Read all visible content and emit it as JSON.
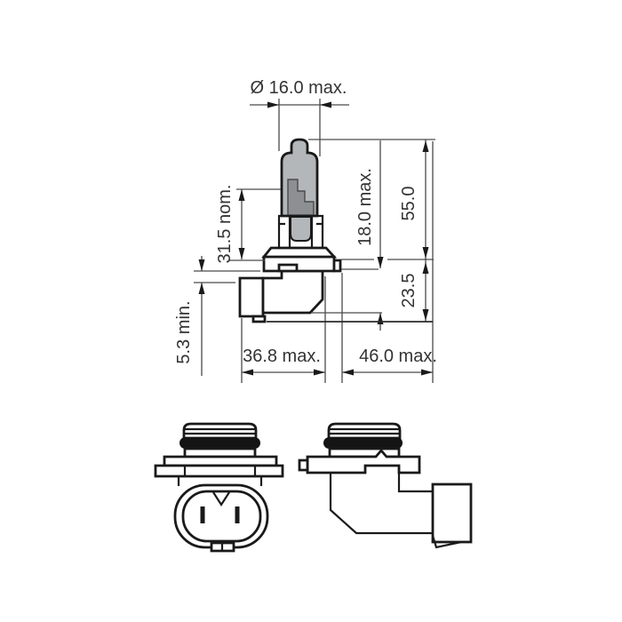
{
  "drawing": {
    "title": "halogen-bulb-dimension-drawing",
    "labels": {
      "diameter": "Ø 16.0 max.",
      "length_nominal": "31.5 nom.",
      "offset_min": "5.3 min.",
      "glass_length": "18.0 max.",
      "overall_length": "55.0",
      "base_depth": "23.5",
      "body_width": "36.8 max.",
      "overall_width": "46.0 max."
    },
    "colors": {
      "outline": "#1a1a1a",
      "dimension_line": "#4a4a4a",
      "label_text": "#333333",
      "glass": "#b4b7b9",
      "filament_support": "#8d9092",
      "seal_ring": "#141414",
      "background": "#ffffff"
    }
  }
}
